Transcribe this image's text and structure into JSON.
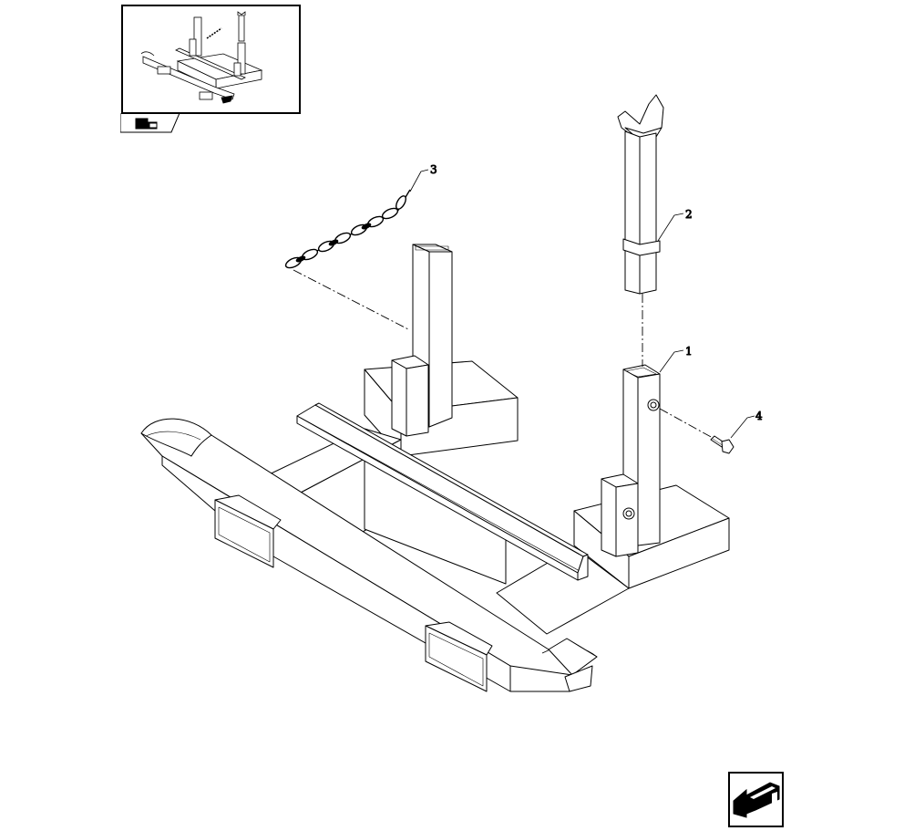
{
  "diagram": {
    "callouts": [
      {
        "id": "1",
        "label": "1"
      },
      {
        "id": "2",
        "label": "2"
      },
      {
        "id": "3",
        "label": "3"
      },
      {
        "id": "4",
        "label": "4"
      }
    ]
  },
  "navigation": {
    "overview_icon": "assembly-overview-icon",
    "back_icon": "back-arrow-icon"
  }
}
